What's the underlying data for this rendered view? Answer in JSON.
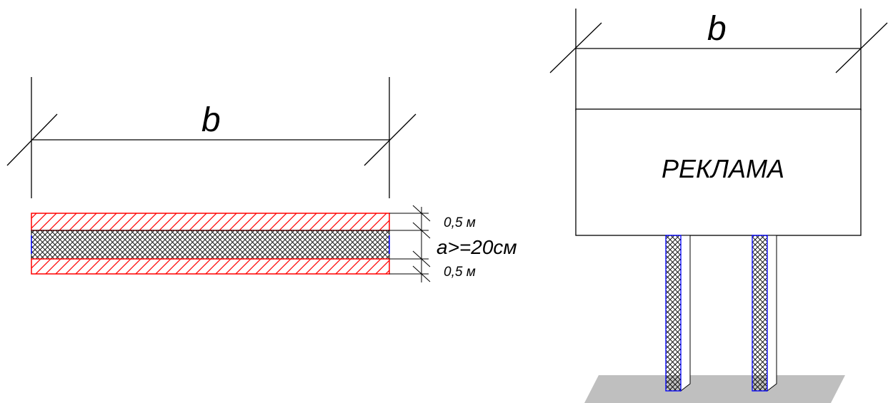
{
  "left_view": {
    "width_label": "b",
    "top_band_label": "0,5 м",
    "core_label": "a>=20см",
    "bottom_band_label": "0,5 м"
  },
  "right_view": {
    "width_label": "b",
    "sign_text": "РЕКЛАМА"
  },
  "colors": {
    "line": "#000000",
    "band_hatch": "#ff0000",
    "post_outline": "#0000ff",
    "ground": "#bfbfbf"
  }
}
